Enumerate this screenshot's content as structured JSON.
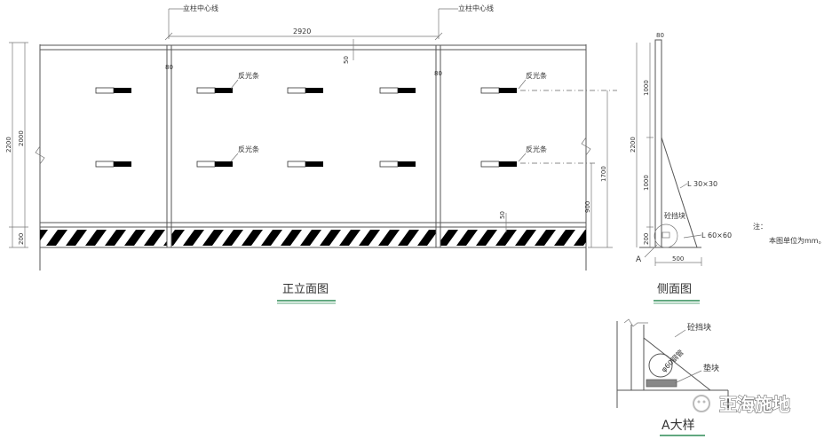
{
  "front": {
    "title": "正立面图",
    "post_centerline": "立柱中心线",
    "span": "2920",
    "post_width": "80",
    "top_rail": "50",
    "reflector": "反光条",
    "bottom_rail": "50",
    "dim_total": "2200",
    "dim_panel": "2000",
    "dim_base": "200",
    "dim_right_upper": "1700",
    "dim_right_lower": "900"
  },
  "side": {
    "title": "侧面图",
    "top_width": "80",
    "dim_total": "2200",
    "dim_upper": "1000",
    "dim_lower": "1000",
    "dim_base": "200",
    "brace": "L 30×30",
    "block": "砼挡块",
    "angle": "L 60×60",
    "detail_mark": "A",
    "base_width": "500"
  },
  "note": {
    "label": "注：",
    "text": "本图单位为mm。"
  },
  "detail": {
    "title": "A大样",
    "block": "砼挡块",
    "pipe": "φ60钢管",
    "pad": "垫块"
  },
  "watermark": {
    "text": "亞海施地"
  },
  "colors": {
    "line": "#555555",
    "stripe": "#000000",
    "underline": "#2e8b57"
  }
}
